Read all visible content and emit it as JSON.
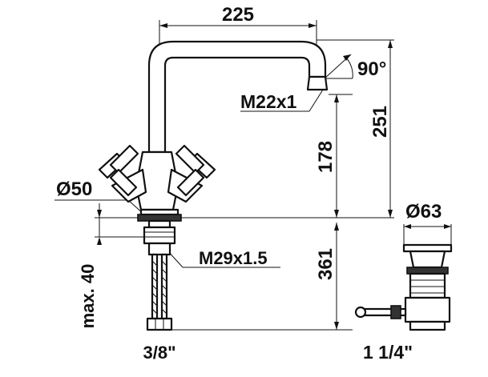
{
  "colors": {
    "line": "#111111",
    "fill_dark": "#333333",
    "background": "#ffffff"
  },
  "dimensions": {
    "width_spout": "225",
    "angle": "90°",
    "outlet_thread": "M22x1",
    "height_total": "251",
    "height_spout": "178",
    "base_diameter": "Ø50",
    "shank_thread": "M29x1.5",
    "shank_length": "361",
    "max_deck": "max. 40",
    "hose_connection": "3/8\"",
    "waste_diameter": "Ø63",
    "waste_connection": "1 1/4\""
  }
}
